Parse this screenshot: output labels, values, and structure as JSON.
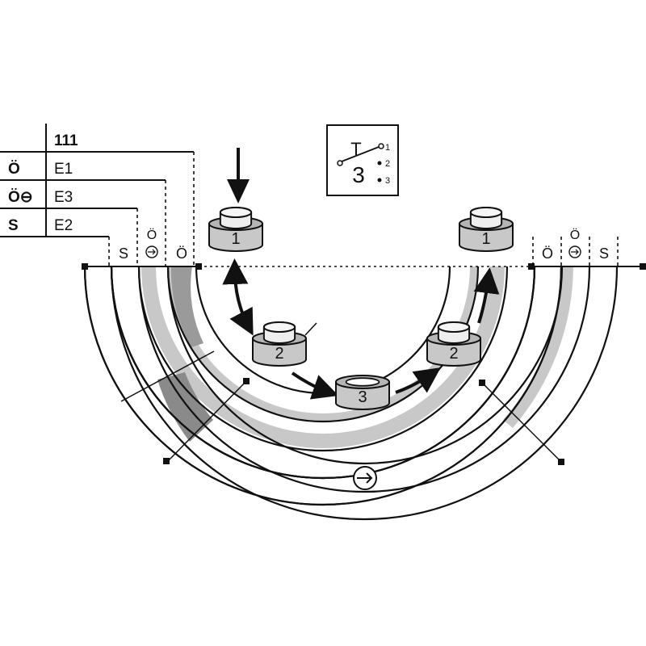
{
  "table": {
    "header": "111",
    "rows": [
      {
        "symbol": "Ö",
        "code": "E1"
      },
      {
        "symbol": "Ö⊖",
        "code": "E3"
      },
      {
        "symbol": "S",
        "code": "E2"
      }
    ]
  },
  "zones": {
    "left": {
      "s": "S",
      "o_top": "Ö",
      "o": "Ö"
    },
    "right": {
      "o": "Ö",
      "o_top": "Ö",
      "s": "S"
    }
  },
  "positions": [
    {
      "id": "pos-1-left",
      "label": "1"
    },
    {
      "id": "pos-2-left",
      "label": "2"
    },
    {
      "id": "pos-3-bottom",
      "label": "3"
    },
    {
      "id": "pos-2-right",
      "label": "2"
    },
    {
      "id": "pos-1-right",
      "label": "1"
    }
  ],
  "switch_symbol": {
    "top": "T",
    "big": "3",
    "contacts": [
      "1",
      "2",
      "3"
    ]
  },
  "colors": {
    "stroke": "#111111",
    "light_gray": "#c8c8c8",
    "mid_gray": "#9a9a9a",
    "dark_gray": "#7a7a7a"
  }
}
